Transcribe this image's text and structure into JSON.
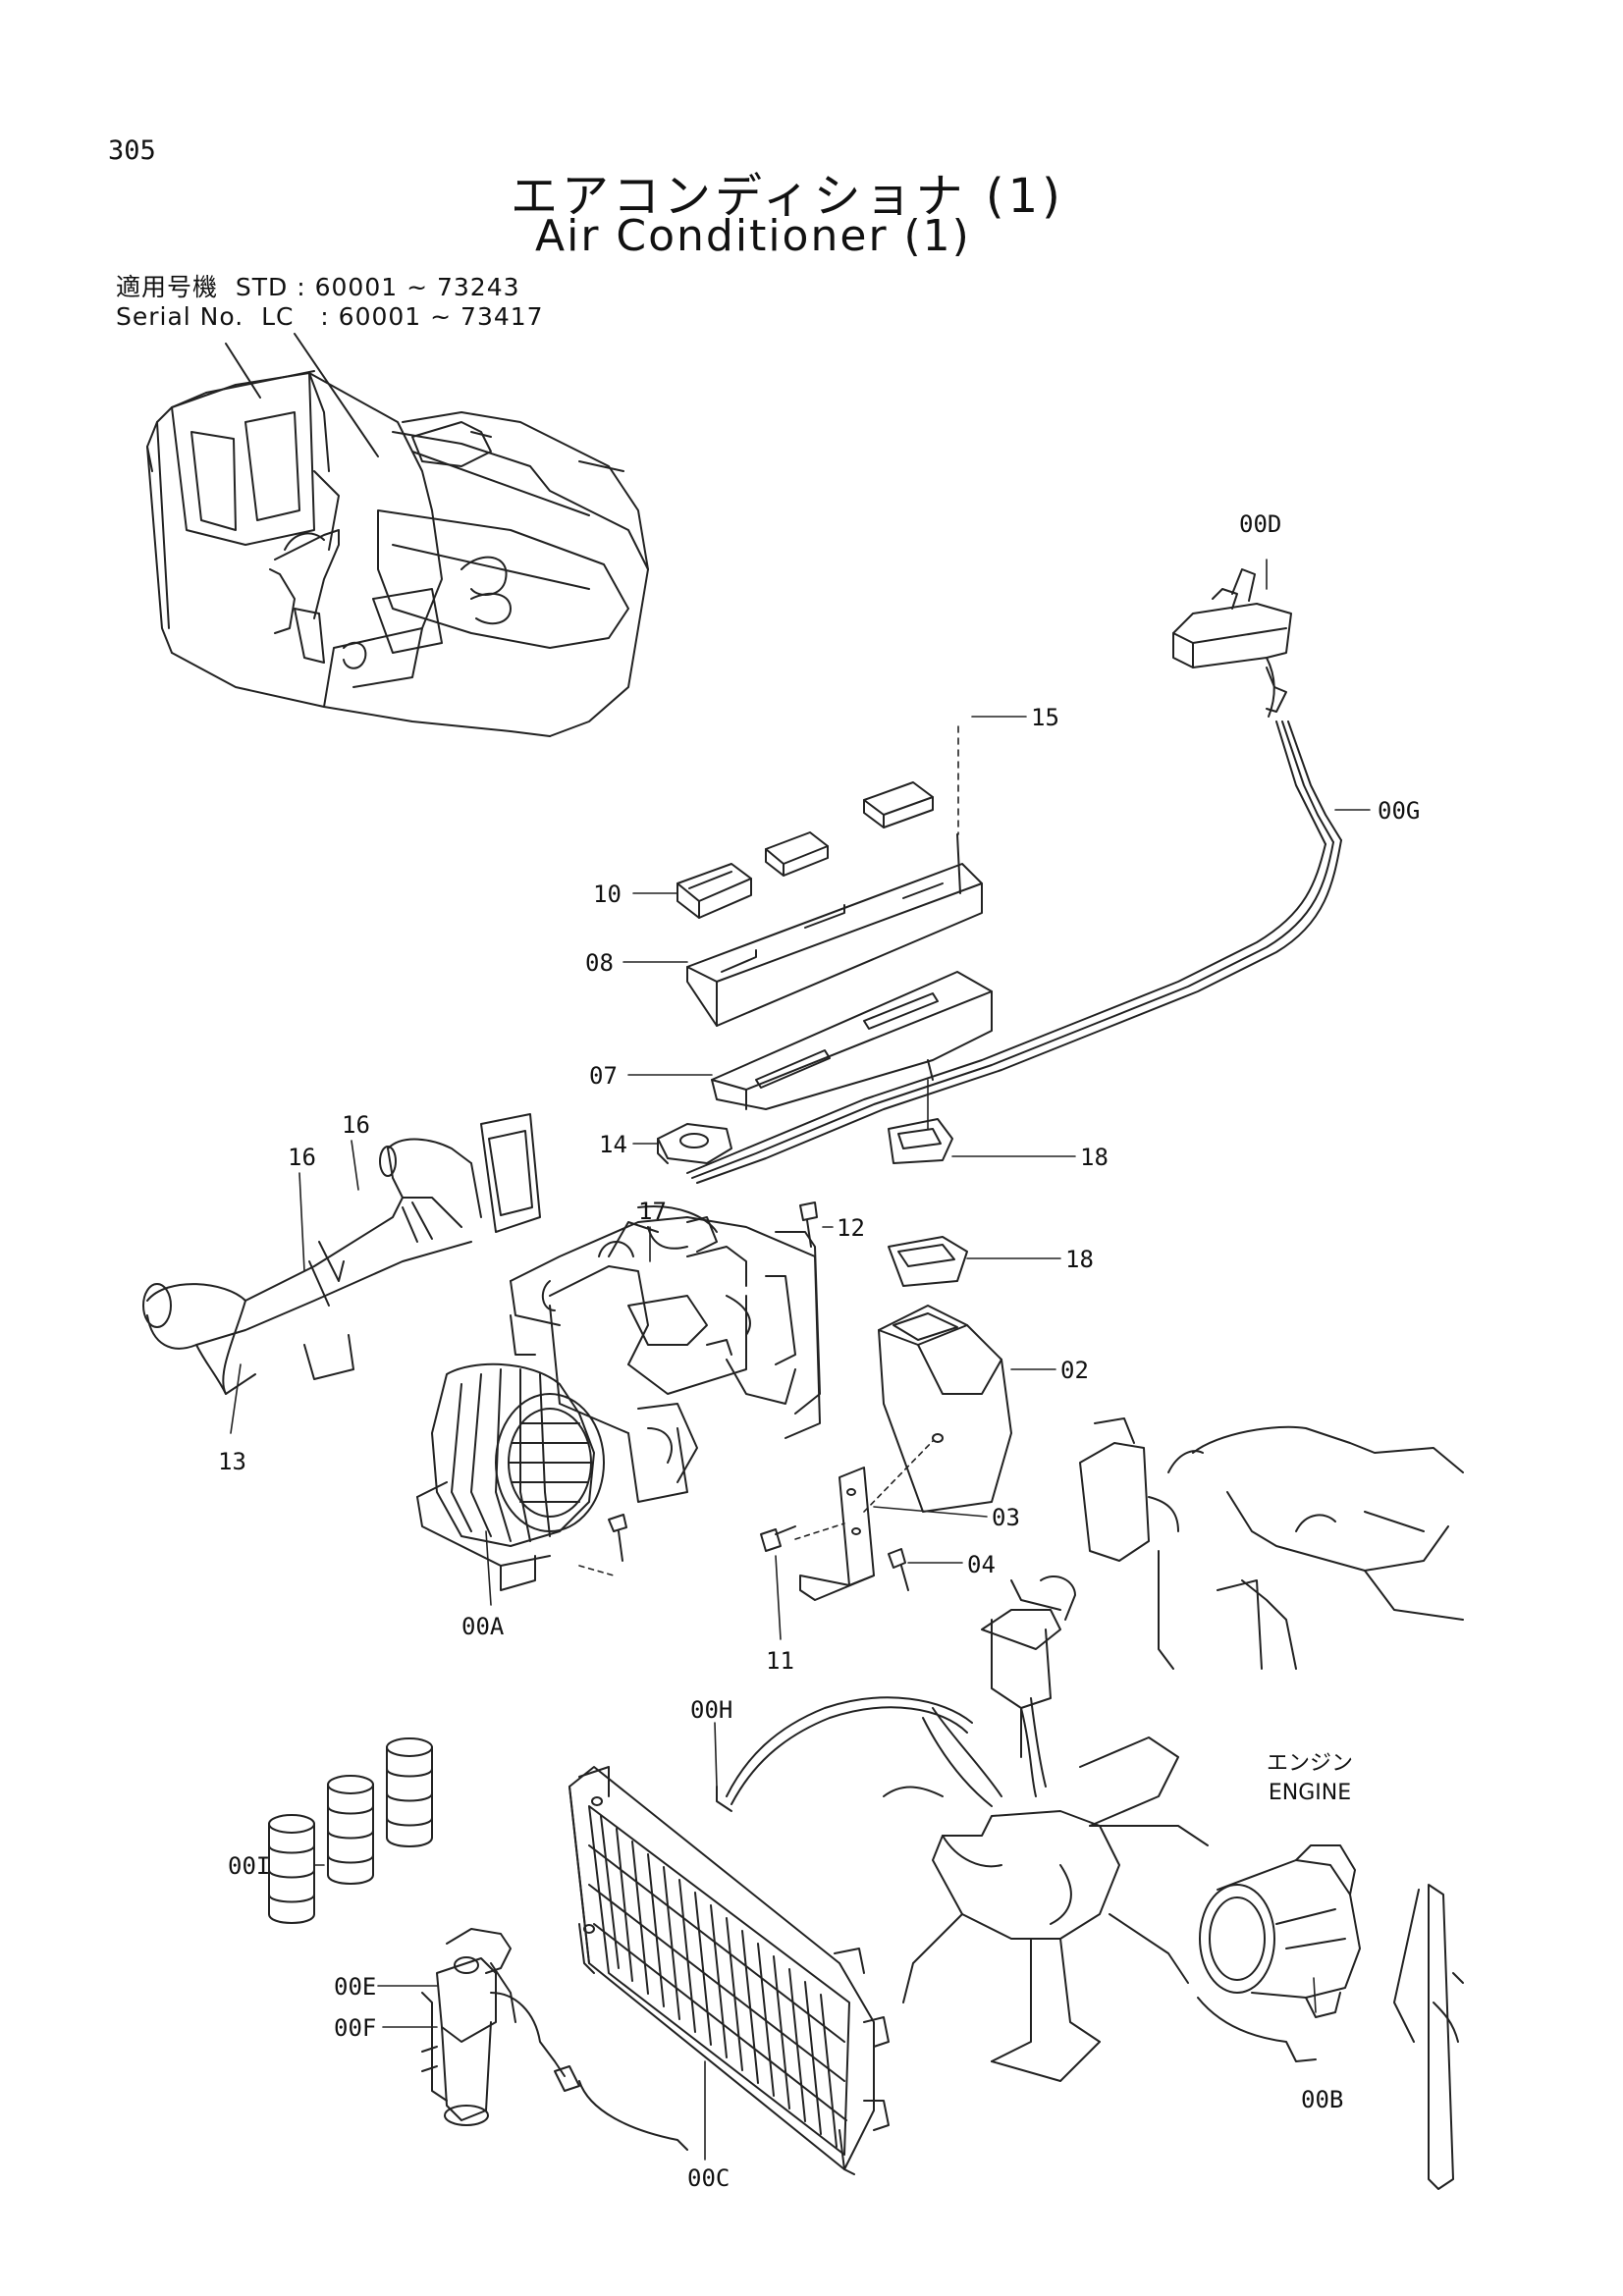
{
  "page_number": "305",
  "title_jp": "エアコンディショナ (1)",
  "title_en": "Air Conditioner (1)",
  "serial": {
    "line1": "適用号機  STD : 60001 ~ 73243",
    "line2": "Serial No.  LC   : 60001 ~ 73417"
  },
  "engine_label_jp": "エンジン",
  "engine_label_en": "ENGINE",
  "callouts": {
    "c00D": "00D",
    "c15": "15",
    "c00G": "00G",
    "c10": "10",
    "c08": "08",
    "c07": "07",
    "c14": "14",
    "c18a": "18",
    "c16a": "16",
    "c16b": "16",
    "c17": "17",
    "c12": "12",
    "c18b": "18",
    "c02": "02",
    "c13": "13",
    "c03": "03",
    "c04": "04",
    "c00A": "00A",
    "c11": "11",
    "c00H": "00H",
    "c00I": "00I",
    "c00E": "00E",
    "c00F": "00F",
    "c00C": "00C",
    "c00B": "00B"
  }
}
